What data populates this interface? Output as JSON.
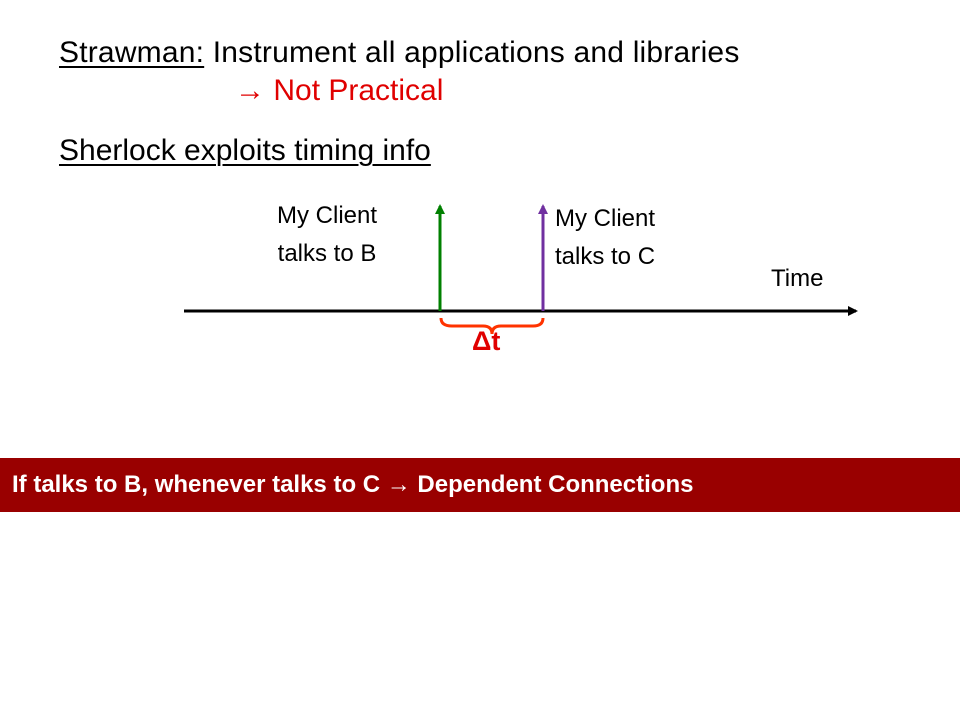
{
  "strawman": {
    "label": "Strawman:",
    "rest": " Instrument all applications and libraries",
    "arrow": "→",
    "conclusion": "Not Practical"
  },
  "sherlock": {
    "text": "Sherlock exploits timing info"
  },
  "timeline": {
    "event_b": {
      "line1": "My Client",
      "line2": "talks to B"
    },
    "event_c": {
      "line1": "My Client",
      "line2": "talks to C"
    },
    "axis_label": "Time",
    "delta_label": "Δt"
  },
  "banner": {
    "part1": "If talks to B, whenever talks to C ",
    "arrow": "→",
    "part2": " Dependent Connections"
  },
  "colors": {
    "red": "#e00000",
    "green": "#008000",
    "purple": "#7030a0",
    "banner": "#990000",
    "brace": "#ff3300"
  }
}
